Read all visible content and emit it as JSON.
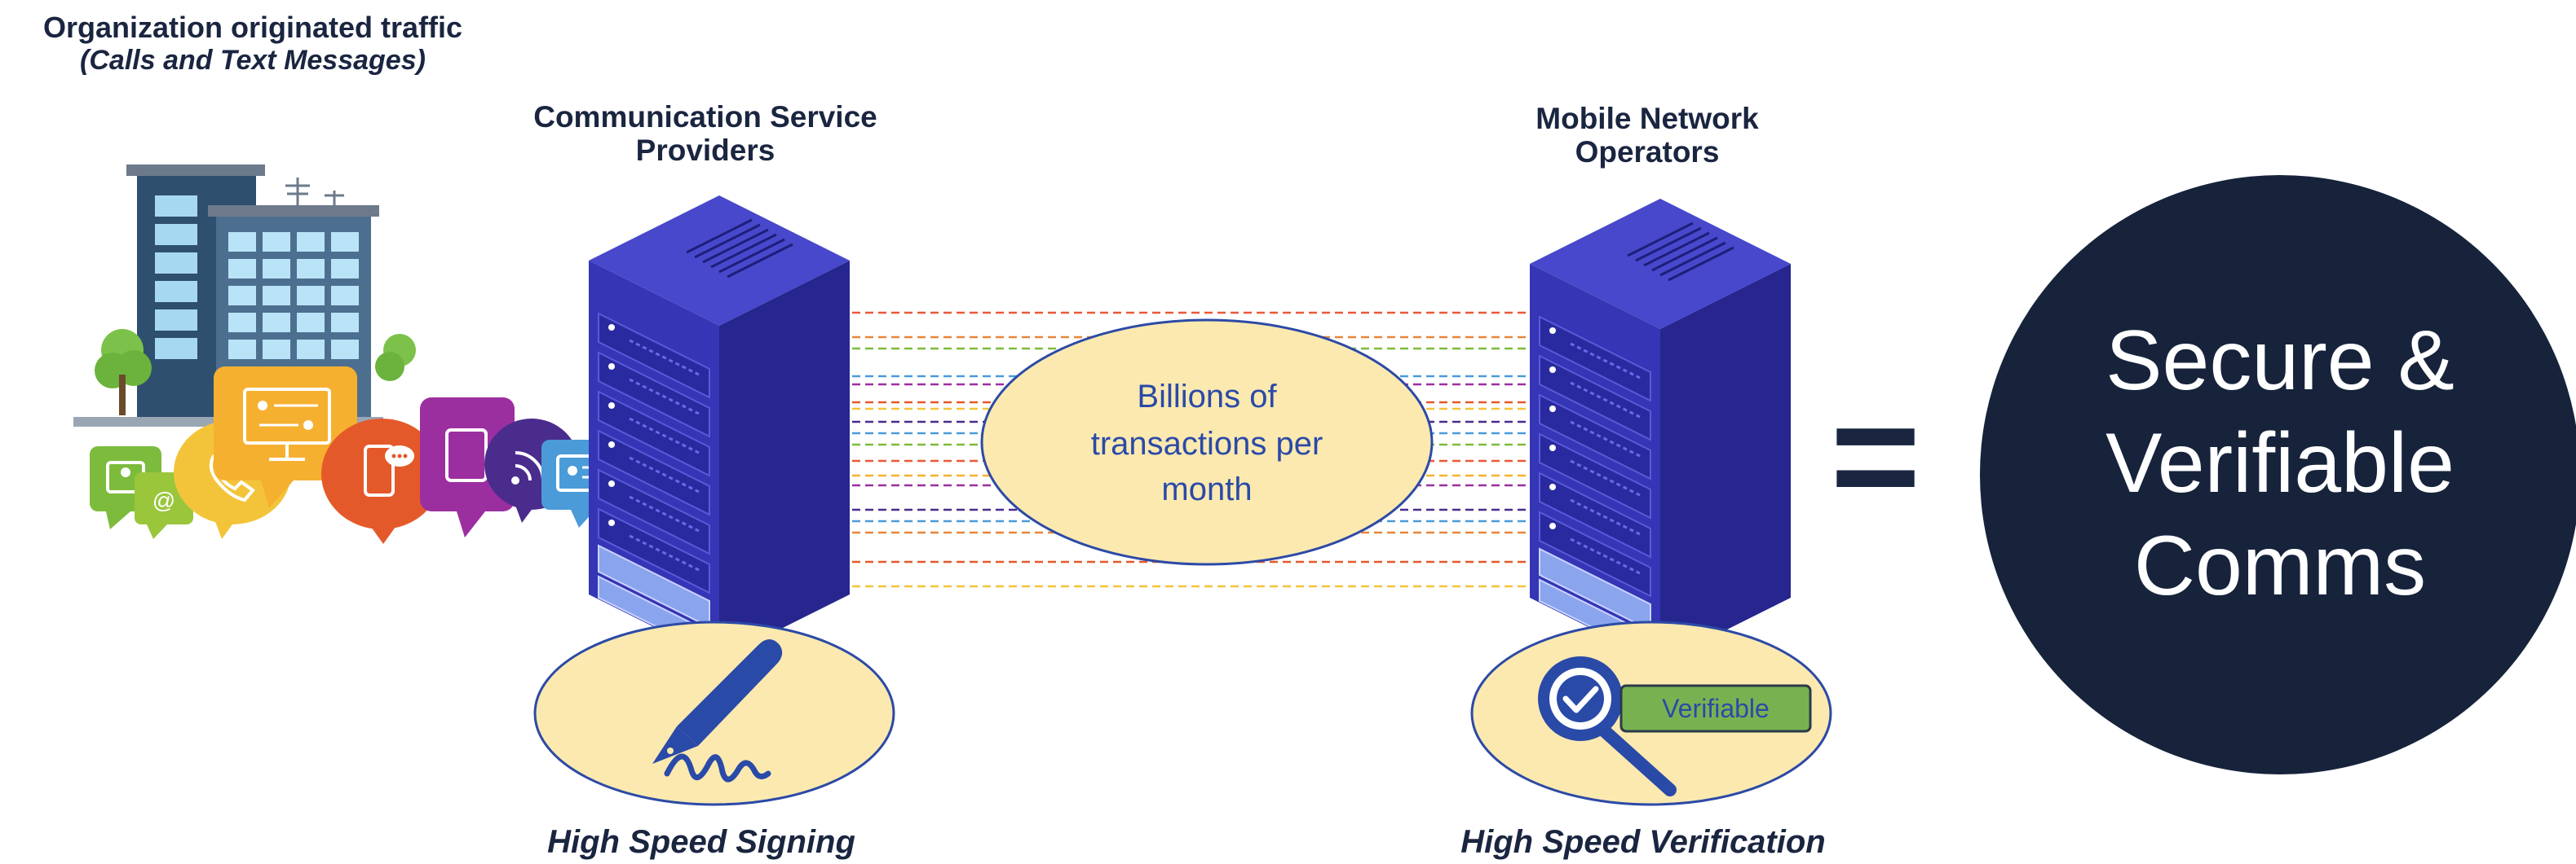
{
  "labels": {
    "org_title": "Organization originated traffic",
    "org_subtitle": "(Calls and Text Messages)",
    "csp_title_line1": "Communication Service",
    "csp_title_line2": "Providers",
    "mno_title_line1": "Mobile Network",
    "mno_title_line2": "Operators",
    "center_line1": "Billions of",
    "center_line2": "transactions per",
    "center_line3": "month",
    "verifiable_tag": "Verifiable",
    "signing_caption": "High Speed Signing",
    "verification_caption": "High Speed Verification",
    "equals": "=",
    "result_line1": "Secure &",
    "result_line2": "Verifiable",
    "result_line3": "Comms"
  },
  "icons": [
    "building-icon",
    "email-bubble-icon",
    "phone-bubble-icon",
    "monitor-bubble-icon",
    "mobile-chat-bubble-icon",
    "tablet-bubble-icon",
    "wifi-bubble-icon",
    "id-card-bubble-icon",
    "server-rack-icon",
    "fountain-pen-signature-icon",
    "magnifier-check-icon"
  ],
  "colors": {
    "text_dark": "#1a2540",
    "navy_circle": "#16233b",
    "server_front": "#3434b4",
    "server_side": "#262690",
    "server_top": "#4a4ad0",
    "ellipse_fill": "#fbe9b0",
    "ellipse_stroke": "#2c4aa6",
    "blue_text": "#2a4aa8",
    "tag_green": "#78b250"
  }
}
